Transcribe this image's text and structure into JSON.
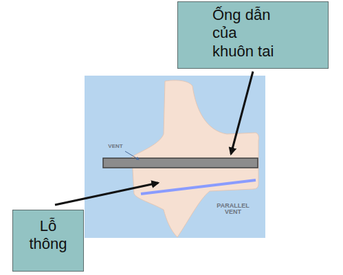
{
  "diagram": {
    "nodes": [
      {
        "text": [
          "Ống dẫn của khuôn tai"
        ]
      },
      {
        "text": [
          "Lỗ thông"
        ]
      }
    ],
    "labels": [
      "VENT",
      "PARALLEL VENT"
    ]
  }
}
